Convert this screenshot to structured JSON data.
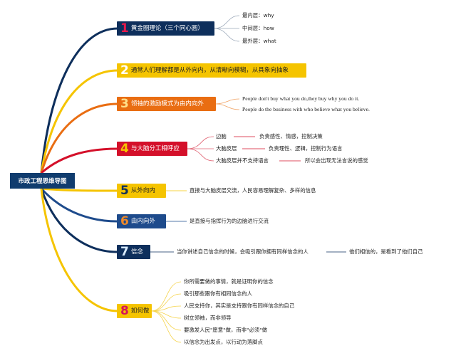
{
  "root": {
    "label": "市政工程思维导图"
  },
  "colors": {
    "navy": "#0e2f5c",
    "yellow": "#f5c400",
    "orange": "#e96d12",
    "red": "#d4102a",
    "blue": "#1e4b8c",
    "magenta": "#d4145a"
  },
  "branches": [
    {
      "number": "1",
      "label": "黄金圈理论（三个同心圆）",
      "color": "#0e2f5c",
      "children": [
        "最内层：why",
        "中间层：how",
        "最外层：what"
      ]
    },
    {
      "number": "2",
      "label": "通常人们理解都是从外向内，从清晰向模糊，从具象向抽象",
      "color": "#f5c400",
      "children": []
    },
    {
      "number": "3",
      "label": "领袖的激励模式为由内向外",
      "color": "#e96d12",
      "children": [
        "People don't buy what you do,they buy why you do it.",
        "People do the business with who believe what you believe."
      ]
    },
    {
      "number": "4",
      "label": "与大脑分工相呼应",
      "color": "#d4102a",
      "children": [
        {
          "term": "边脑",
          "desc": "负责感性、情感，控制决策"
        },
        {
          "term": "大脑皮层",
          "desc": "负责理性、逻辑，控制行为语言"
        },
        {
          "term": "大脑皮层并不支持语言",
          "desc": "所以会出现无法言说的感觉"
        }
      ]
    },
    {
      "number": "5",
      "label": "从外向内",
      "color": "#f5c400",
      "children": [
        "直接与大脑皮层交流，人民容易理解复杂、多样的信息"
      ]
    },
    {
      "number": "6",
      "label": "由内向外",
      "color": "#1e4b8c",
      "children": [
        "是直接与指挥行为的边脑进行交流"
      ]
    },
    {
      "number": "7",
      "label": "信念",
      "color": "#0e2f5c",
      "children": [
        {
          "term": "当你讲述自己信念的时候，会吸引跟你拥有同样信念的人",
          "desc": "他们相信的，是看到了他们自己"
        }
      ]
    },
    {
      "number": "8",
      "label": "如何做",
      "color": "#f5c400",
      "children": [
        "你所需要做的事情，就是证明你的信念",
        "吸引那些跟你有相同信念的人",
        "人民支持你，其实是支持跟你有同样信念的自己",
        "树立领袖，而非领导",
        "要激发人民\"愿意\"做，而非\"必须\"做",
        "以信念为出发点，以行动为落脚点"
      ]
    }
  ]
}
